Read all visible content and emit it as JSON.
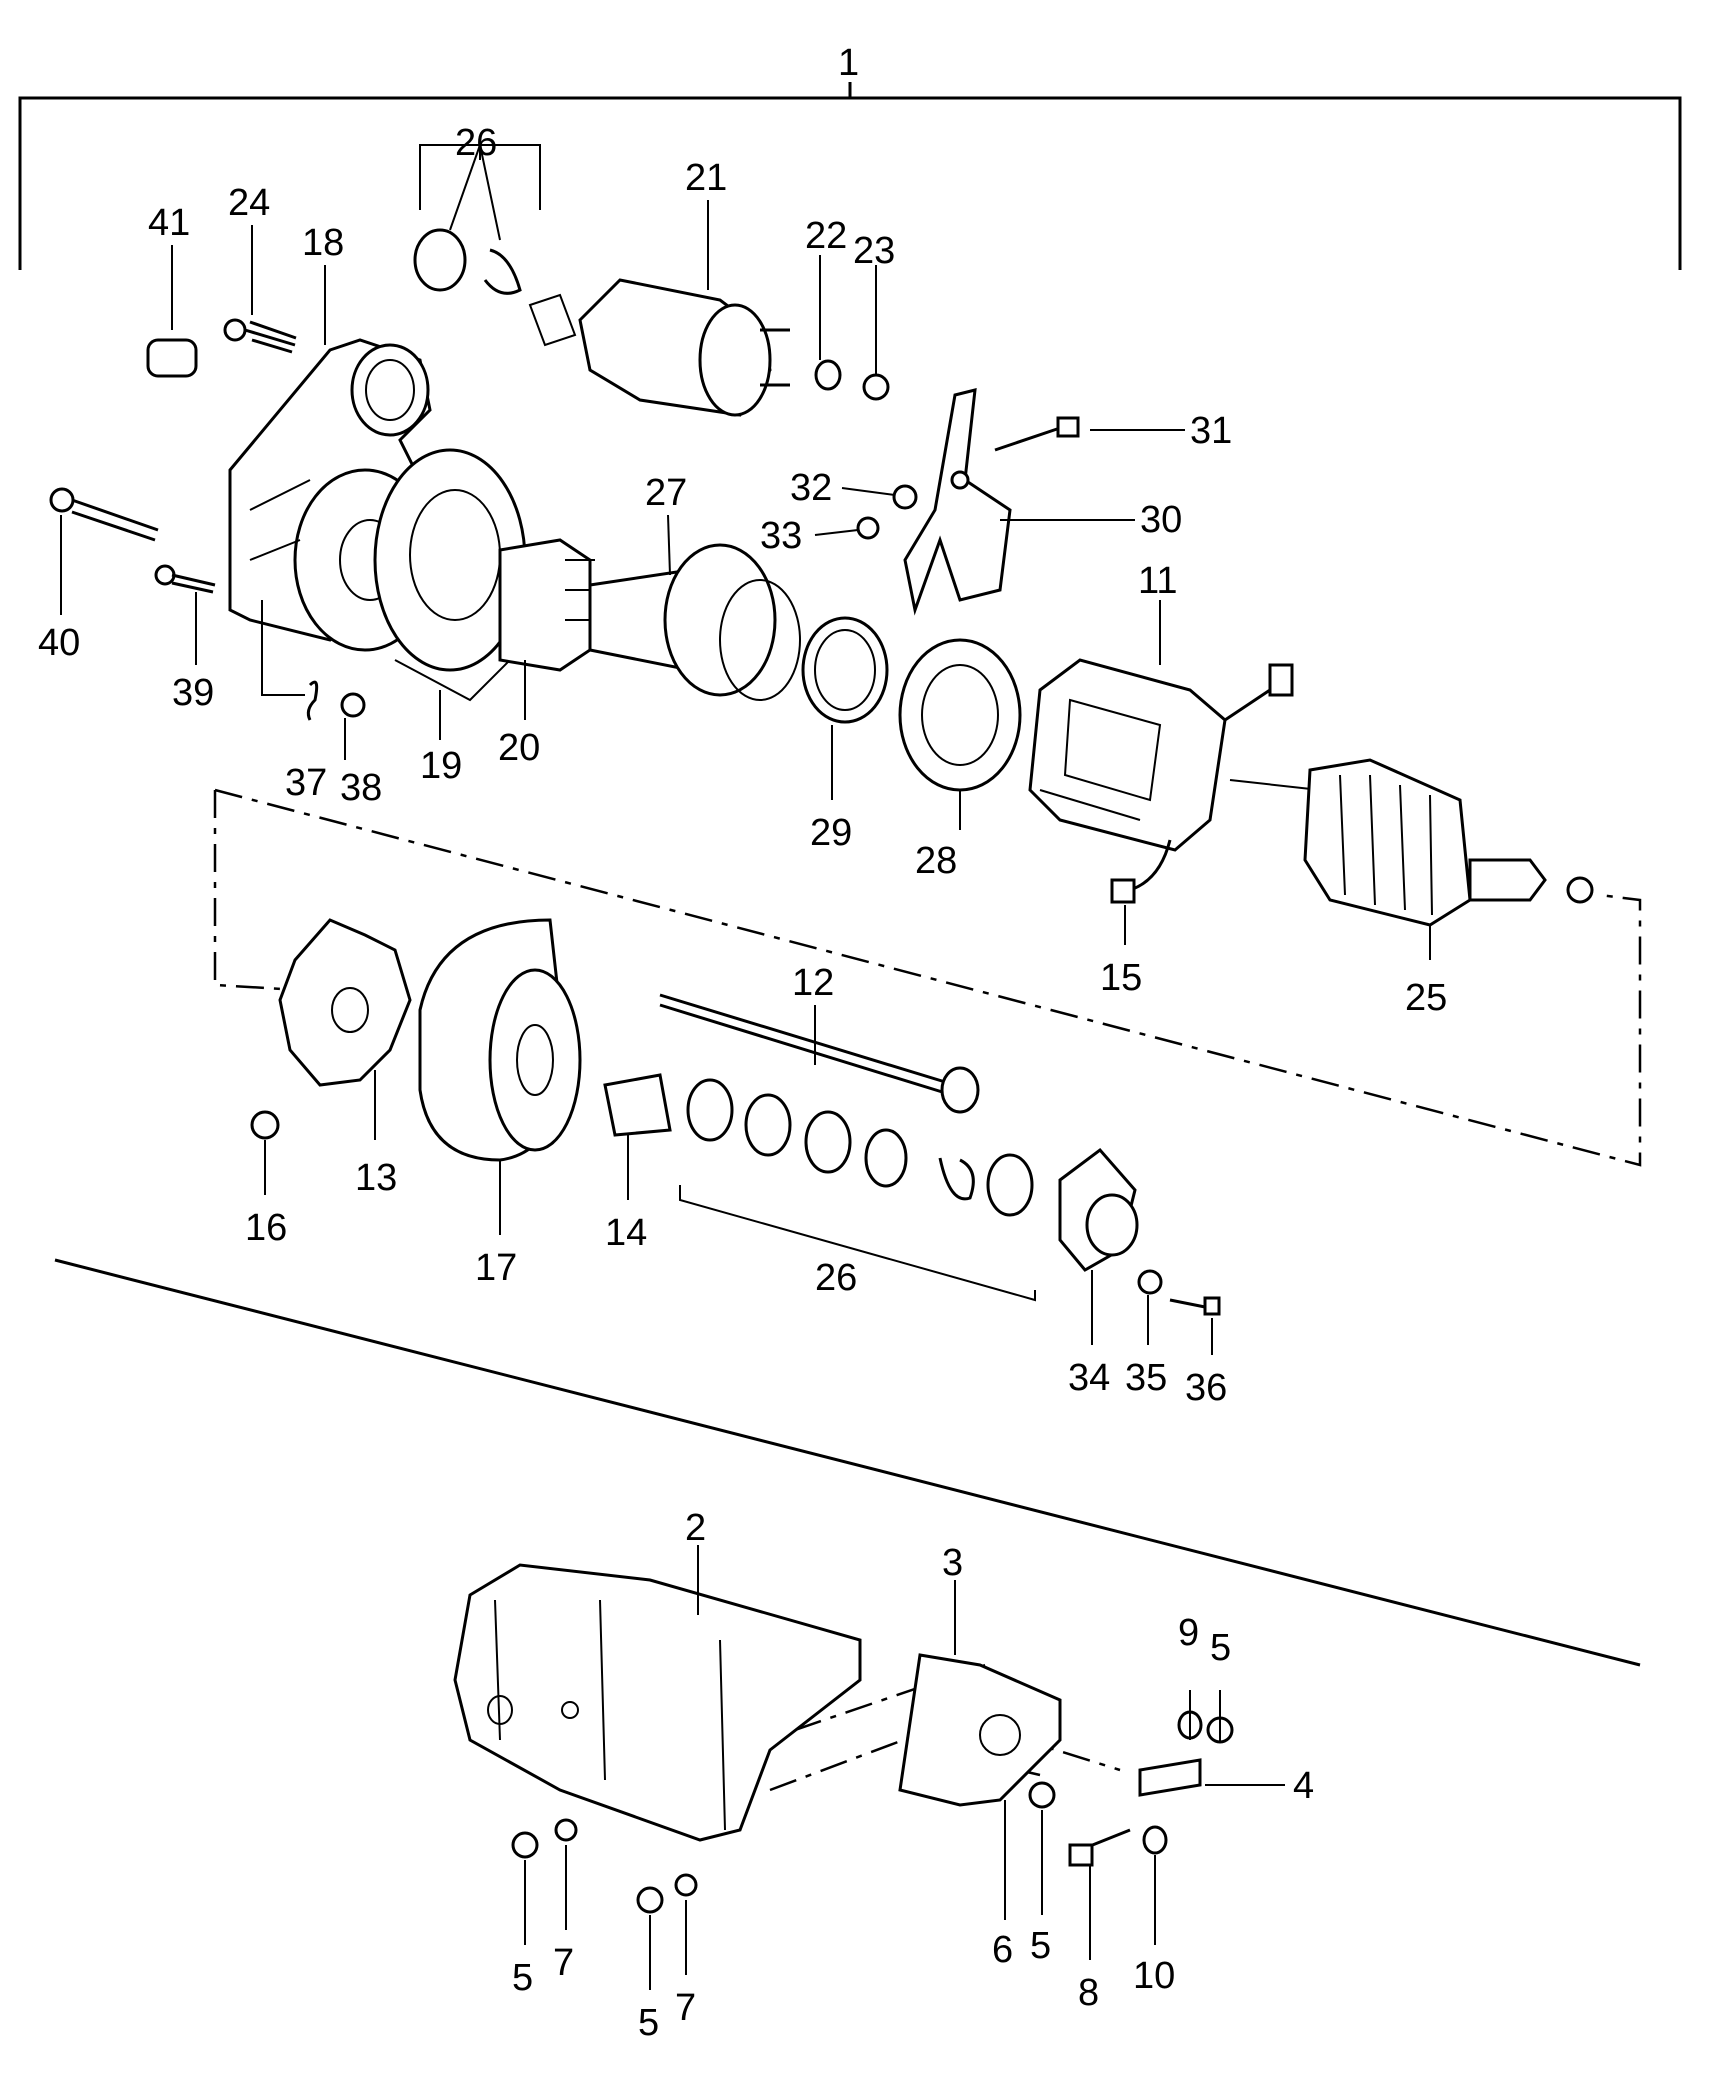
{
  "diagram": {
    "colors": {
      "ink": "#000000",
      "paper": "#ffffff"
    },
    "callouts": {
      "c1": "1",
      "c2": "2",
      "c3": "3",
      "c4": "4",
      "c5a": "5",
      "c5b": "5",
      "c5c": "5",
      "c5d": "5",
      "c6": "6",
      "c7a": "7",
      "c7b": "7",
      "c8": "8",
      "c9": "9",
      "c10": "10",
      "c11": "11",
      "c12": "12",
      "c13": "13",
      "c14": "14",
      "c15": "15",
      "c16": "16",
      "c17": "17",
      "c18": "18",
      "c19": "19",
      "c20": "20",
      "c21": "21",
      "c22": "22",
      "c23": "23",
      "c24": "24",
      "c25": "25",
      "c26a": "26",
      "c26b": "26",
      "c27": "27",
      "c28": "28",
      "c29": "29",
      "c30": "30",
      "c31": "31",
      "c32": "32",
      "c33": "33",
      "c34": "34",
      "c35": "35",
      "c36": "36",
      "c37": "37",
      "c38": "38",
      "c39": "39",
      "c40": "40",
      "c41": "41"
    }
  }
}
